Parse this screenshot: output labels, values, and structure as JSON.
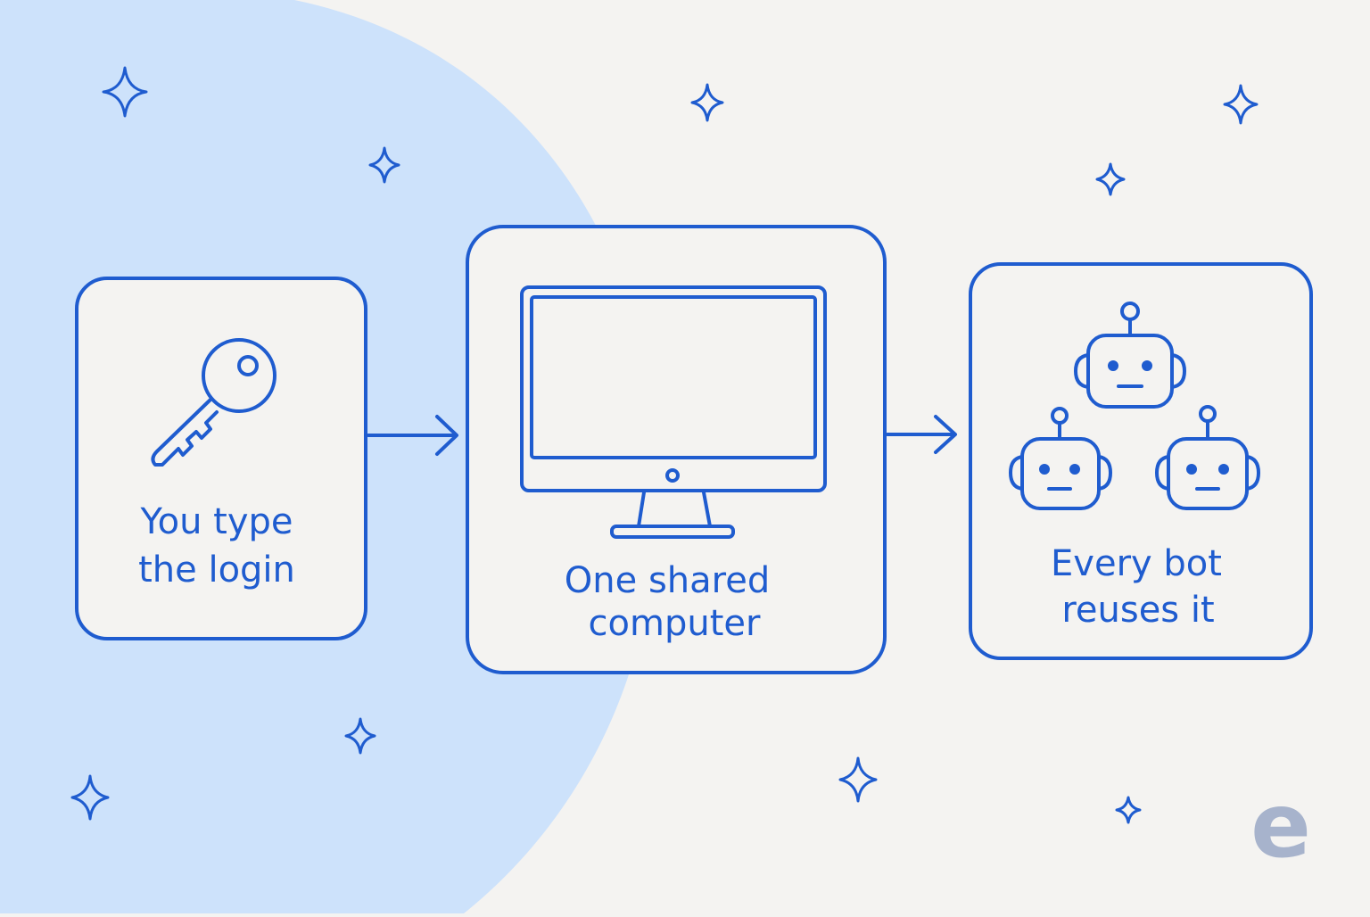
{
  "colors": {
    "background": "#f4f3f1",
    "blob": "#cde2fb",
    "stroke": "#1f5ccf",
    "logo": "#a7b3cc"
  },
  "steps": [
    {
      "icon": "key-icon",
      "line1": "You type",
      "line2": "the login"
    },
    {
      "icon": "monitor-icon",
      "line1": "One shared",
      "line2": "computer"
    },
    {
      "icon": "robots-icon",
      "line1": "Every bot",
      "line2": "reuses it"
    }
  ],
  "logo": {
    "letter": "e"
  }
}
